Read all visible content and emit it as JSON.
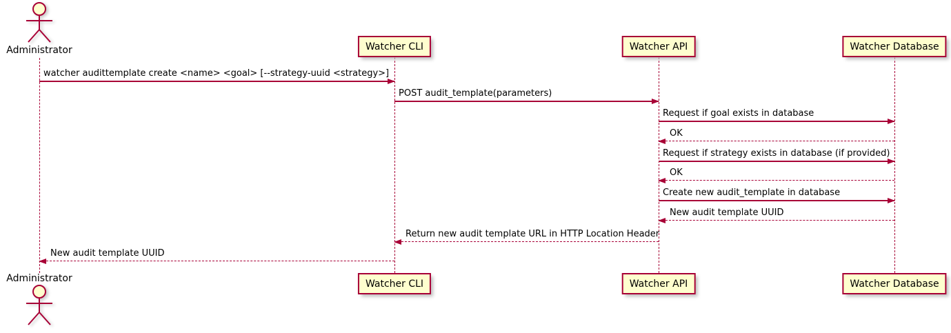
{
  "diagram": {
    "type": "sequence-diagram",
    "actor": {
      "name": "Administrator"
    },
    "participants": [
      {
        "label": "Watcher CLI"
      },
      {
        "label": "Watcher API"
      },
      {
        "label": "Watcher Database"
      }
    ],
    "messages": [
      {
        "label": "watcher audittemplate create <name> <goal> [--strategy-uuid <strategy>]",
        "from": "Administrator",
        "to": "Watcher CLI",
        "line": "solid",
        "direction": "right"
      },
      {
        "label": "POST audit_template(parameters)",
        "from": "Watcher CLI",
        "to": "Watcher API",
        "line": "solid",
        "direction": "right"
      },
      {
        "label": "Request if goal exists in database",
        "from": "Watcher API",
        "to": "Watcher Database",
        "line": "solid",
        "direction": "right"
      },
      {
        "label": "OK",
        "from": "Watcher Database",
        "to": "Watcher API",
        "line": "dashed",
        "direction": "left"
      },
      {
        "label": "Request if strategy exists in database (if provided)",
        "from": "Watcher API",
        "to": "Watcher Database",
        "line": "solid",
        "direction": "right"
      },
      {
        "label": "OK",
        "from": "Watcher Database",
        "to": "Watcher API",
        "line": "dashed",
        "direction": "left"
      },
      {
        "label": "Create new audit_template in database",
        "from": "Watcher API",
        "to": "Watcher Database",
        "line": "solid",
        "direction": "right"
      },
      {
        "label": "New audit template UUID",
        "from": "Watcher Database",
        "to": "Watcher API",
        "line": "dashed",
        "direction": "left"
      },
      {
        "label": "Return new audit template URL in HTTP Location Header",
        "from": "Watcher API",
        "to": "Watcher CLI",
        "line": "dashed",
        "direction": "left"
      },
      {
        "label": "New audit template UUID",
        "from": "Watcher CLI",
        "to": "Administrator",
        "line": "dashed",
        "direction": "left"
      }
    ],
    "colors": {
      "participant_fill": "#FEFECE",
      "border_and_lines": "#A80036",
      "text": "#000000"
    }
  }
}
